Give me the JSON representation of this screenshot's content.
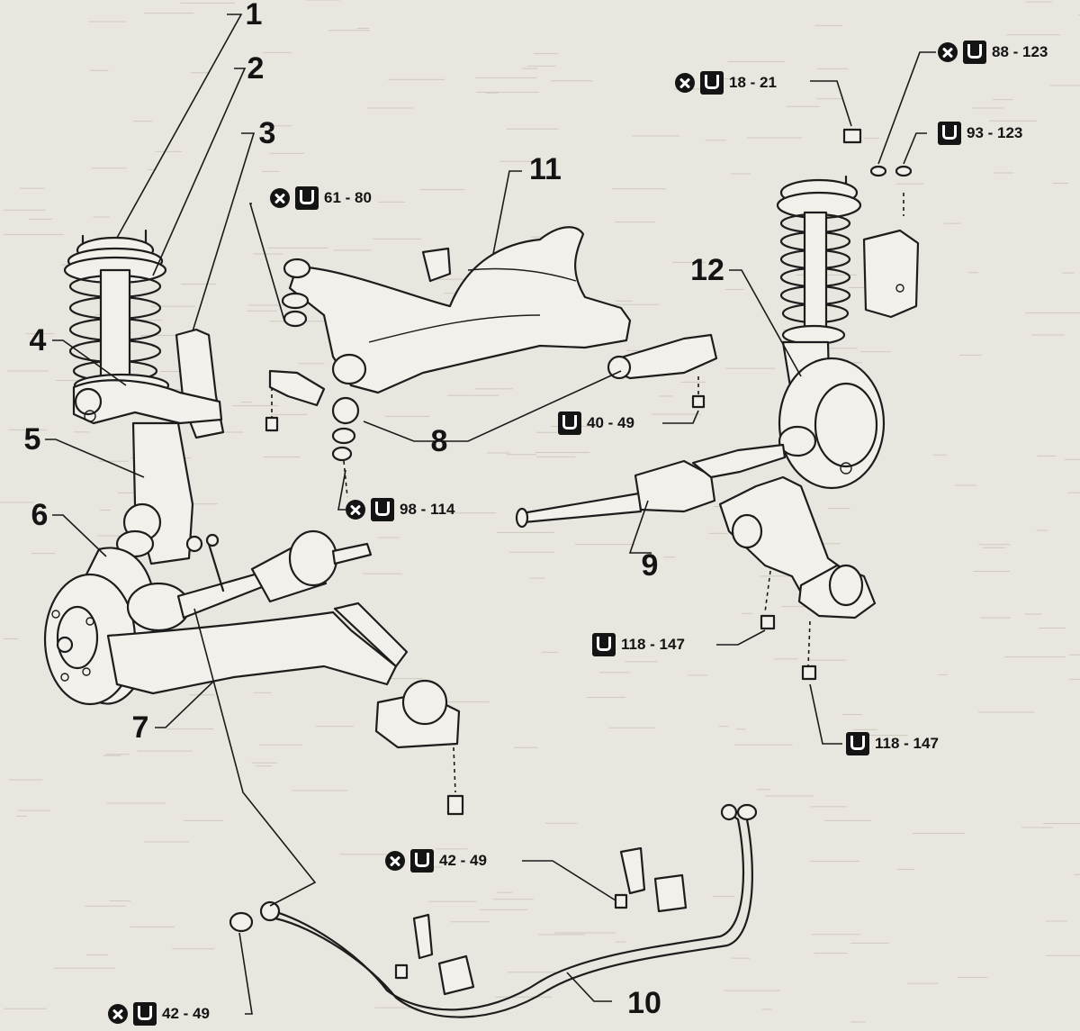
{
  "callouts": {
    "n1": "1",
    "n2": "2",
    "n3": "3",
    "n4": "4",
    "n5": "5",
    "n6": "6",
    "n7": "7",
    "n8": "8",
    "n9": "9",
    "n10": "10",
    "n11": "11",
    "n12": "12"
  },
  "torques": {
    "t_61_80": "61 - 80",
    "t_18_21": "18 - 21",
    "t_88_123": "88 - 123",
    "t_93_123": "93 - 123",
    "t_40_49": "40 - 49",
    "t_98_114": "98 - 114",
    "t_118_147_a": "118 - 147",
    "t_118_147_b": "118 - 147",
    "t_42_49_a": "42 - 49",
    "t_42_49_b": "42 - 49"
  },
  "icons": {
    "replace": "replace-nut-icon",
    "torque": "torque-wrench-icon"
  },
  "colors": {
    "paper": "#e9e6df",
    "ink": "#141414"
  }
}
